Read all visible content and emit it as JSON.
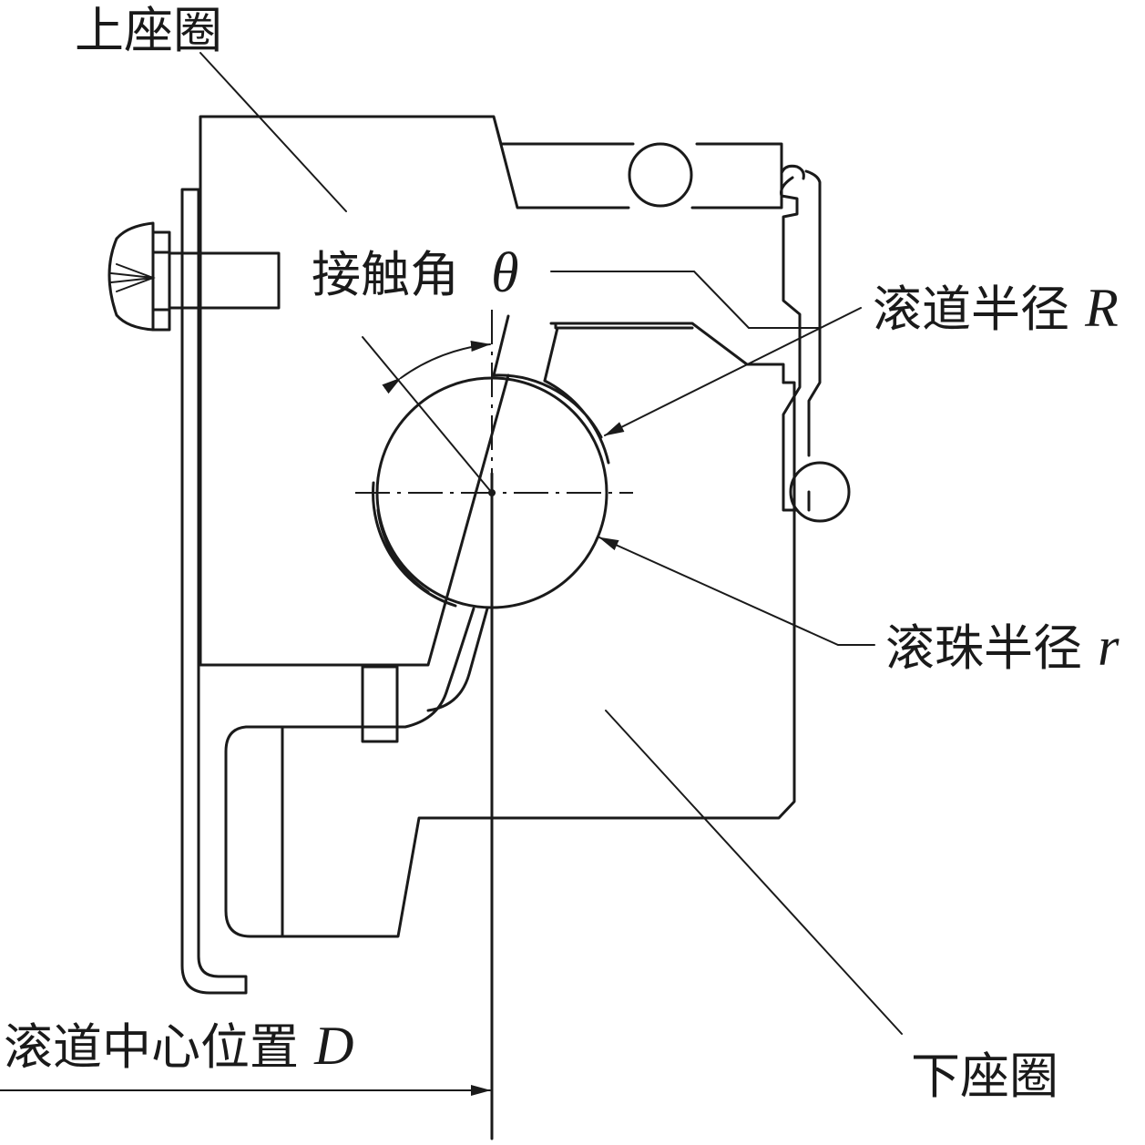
{
  "labels": {
    "upper_race": "上座圈",
    "contact_angle": "接触角",
    "theta": "θ",
    "raceway_radius": "滚道半径",
    "raceway_radius_symbol": "R",
    "ball_radius": "滚珠半径",
    "ball_radius_symbol": "r",
    "raceway_center": "滚道中心位置",
    "raceway_center_symbol": "D",
    "lower_race": "下座圈"
  },
  "colors": {
    "line": "#1a1a1a",
    "background": "#ffffff"
  }
}
